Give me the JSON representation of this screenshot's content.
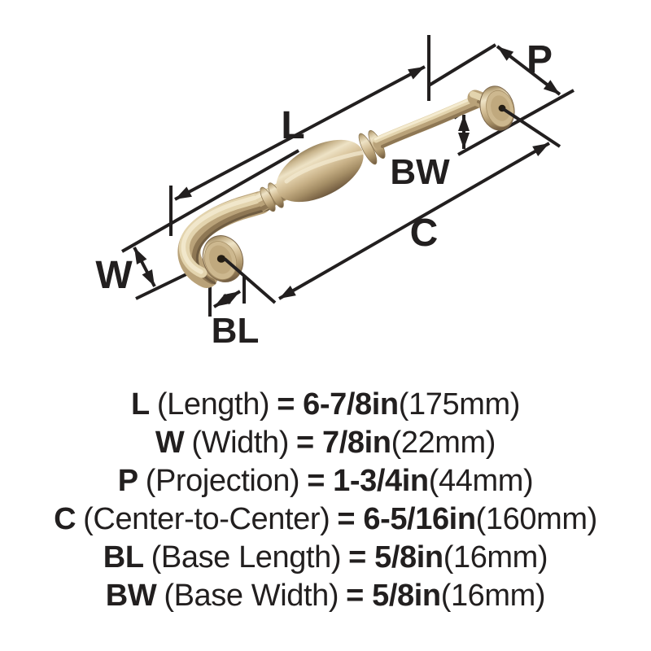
{
  "diagram": {
    "labels": {
      "length": "L",
      "width": "W",
      "projection": "P",
      "center_to_center": "C",
      "base_length": "BL",
      "base_width": "BW"
    }
  },
  "specs": [
    {
      "abbr": "L",
      "label": "(Length)",
      "value": "= 6-7/8in",
      "metric": "(175mm)"
    },
    {
      "abbr": "W",
      "label": "(Width)",
      "value": "= 7/8in",
      "metric": "(22mm)"
    },
    {
      "abbr": "P",
      "label": "(Projection)",
      "value": "= 1-3/4in",
      "metric": "(44mm)"
    },
    {
      "abbr": "C",
      "label": "(Center-to-Center)",
      "value": "= 6-5/16in",
      "metric": "(160mm)"
    },
    {
      "abbr": "BL",
      "label": "(Base Length)",
      "value": "= 5/8in",
      "metric": "(16mm)"
    },
    {
      "abbr": "BW",
      "label": "(Base Width)",
      "value": "= 5/8in",
      "metric": "(16mm)"
    }
  ],
  "colors": {
    "background": "#ffffff",
    "line": "#221f1f",
    "text": "#221f1f",
    "bronze_highlight": "#eee3c6",
    "bronze_light": "#e3d4ae",
    "bronze_mid": "#c4ad83",
    "bronze_shadow": "#836c4c",
    "bronze_deep": "#6e5a40",
    "screw_hole": "#241d12"
  }
}
